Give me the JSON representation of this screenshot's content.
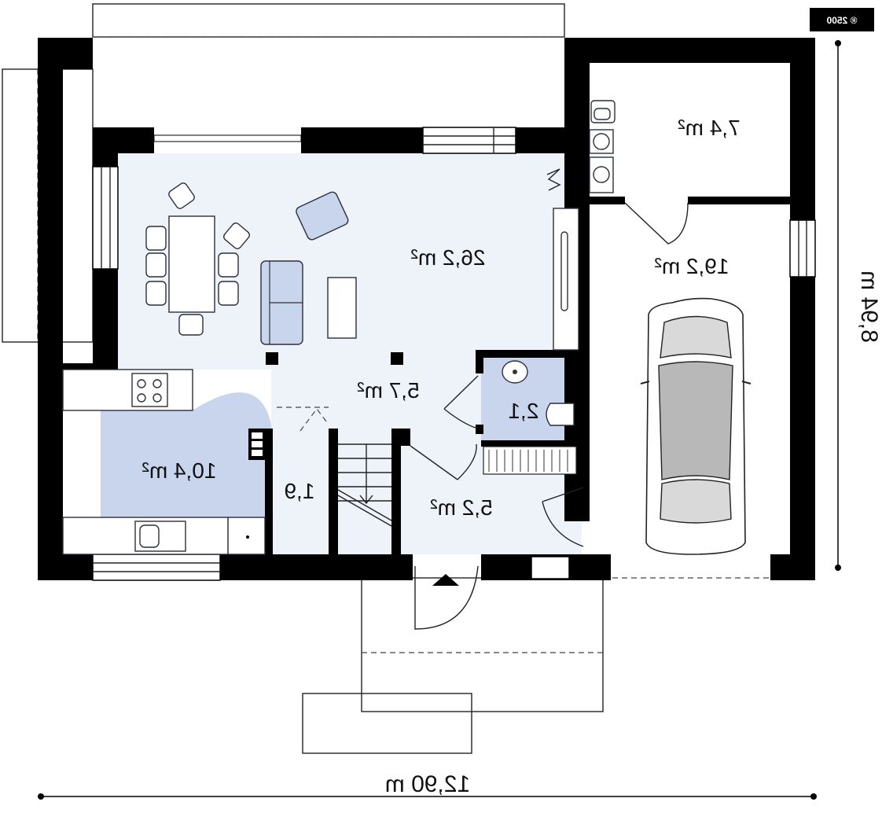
{
  "badge": "® 2500",
  "rooms": {
    "storage": "7,4 m²",
    "living": "26,2 m²",
    "garage": "19,2 m²",
    "hall": "5,7 m²",
    "wc": "2,1",
    "kitchen": "10,4 m²",
    "pantry": "1,9",
    "entry": "5,2 m²"
  },
  "dimensions": {
    "width": "12,90 m",
    "depth": "8,94 m"
  },
  "colors": {
    "floor": "#eef2f9",
    "kitchen_floor": "#c9d5ec",
    "wall": "#000000"
  }
}
